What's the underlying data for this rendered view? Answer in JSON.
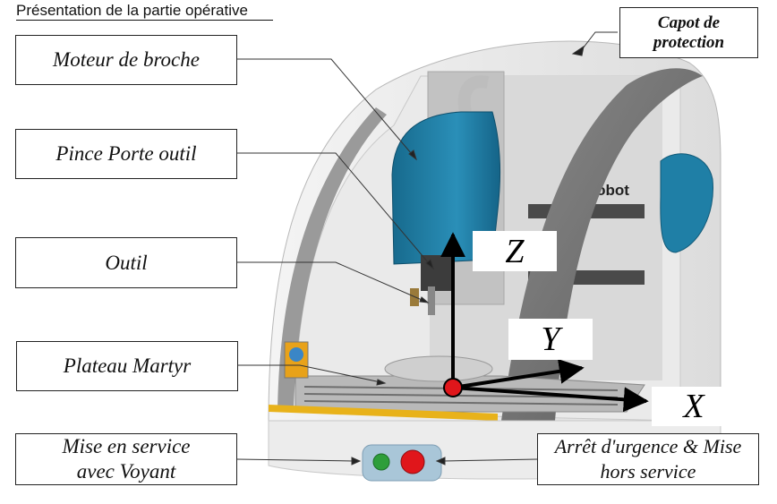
{
  "title": "Présentation de la partie opérative",
  "labels": {
    "capot": "Capot de protection",
    "moteur": "Moteur de broche",
    "pince": "Pince Porte outil",
    "outil": "Outil",
    "plateau": "Plateau Martyr",
    "mise_service": "Mise en service avec Voyant",
    "arret": "Arrêt d'urgence & Mise hors service"
  },
  "axes": {
    "z": "Z",
    "y": "Y",
    "x": "X"
  },
  "brand": "yrobot",
  "colors": {
    "machine_blue": "#1f7fa6",
    "origin_red": "#e0161b",
    "led_green": "#2e9e3a",
    "rail_yellow": "#e8b21a"
  }
}
